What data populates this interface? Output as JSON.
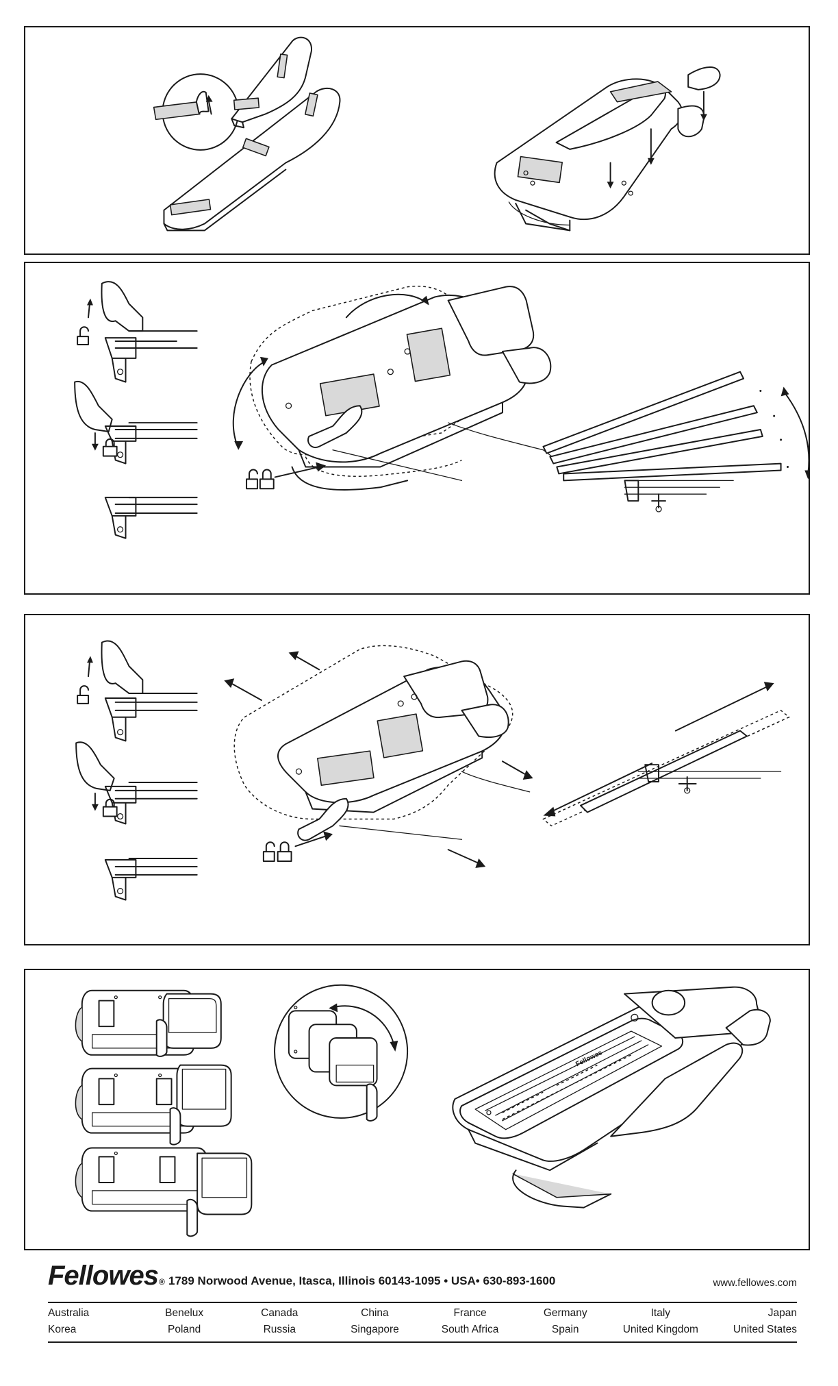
{
  "brand": {
    "logo_text": "Fellowes",
    "registered_mark": "®"
  },
  "contact": {
    "address": "1789 Norwood Avenue, Itasca, Illinois 60143-1095 • USA• 630-893-1600",
    "website": "www.fellowes.com"
  },
  "countries": {
    "row1": [
      "Australia",
      "Benelux",
      "Canada",
      "China",
      "France",
      "Germany",
      "Italy",
      "Japan"
    ],
    "row2": [
      "Korea",
      "Poland",
      "Russia",
      "Singapore",
      "South Africa",
      "Spain",
      "United Kingdom",
      "United States"
    ]
  },
  "keyboard_label": "Fellowes",
  "panels": [
    {
      "step": "attach-palm-rest-pads",
      "icons": [
        "adhesive-peel-icon",
        "down-arrow-icon"
      ]
    },
    {
      "step": "tilt-adjustment",
      "icons": [
        "unlock-icon",
        "lock-icon",
        "rotate-arrow-icon"
      ]
    },
    {
      "step": "height-adjustment",
      "icons": [
        "unlock-icon",
        "lock-icon",
        "slide-arrow-icon"
      ]
    },
    {
      "step": "mouse-platform-positioning",
      "icons": [
        "rotate-arrow-icon",
        "hand-icon"
      ]
    }
  ]
}
